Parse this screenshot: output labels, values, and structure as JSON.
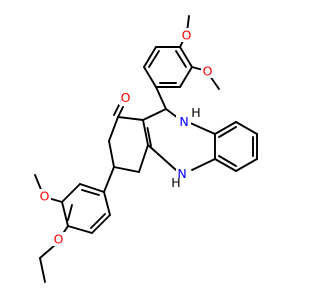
{
  "colors": {
    "background": "#ffffff",
    "bond": "#000000",
    "oxygen": "#ff0000",
    "nitrogen": "#0000ff"
  },
  "atoms": {
    "ketone_oxygen": "O",
    "ring_nh_top": "H\nN",
    "ring_nh_bottom": "N\nH",
    "methoxy_oxygen_top_a": "O",
    "methoxy_oxygen_top_b": "O",
    "methoxy_oxygen_left": "O",
    "ethoxy_oxygen": "O"
  }
}
